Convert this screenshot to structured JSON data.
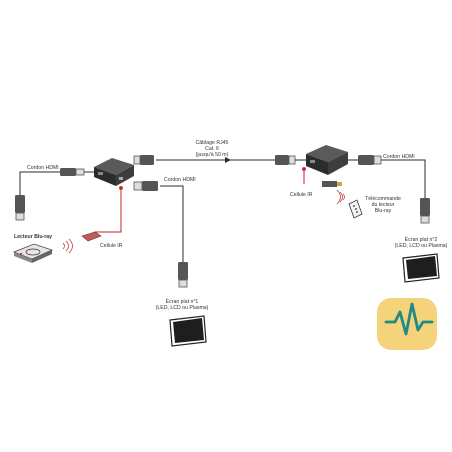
{
  "labels": {
    "cordon_hdmi_left": "Cordon HDMI",
    "cordon_hdmi_mid": "Cordon HDMI",
    "cordon_hdmi_right": "Cordon HDMI",
    "cablage_line1": "Câblage RJ45",
    "cablage_line2": "Cat. 6",
    "cablage_line3": "(jusqu'à 50 m)",
    "lecteur_blu_ray": "Lecteur Blu-ray",
    "cellule_ir_left": "Cellule IR",
    "cellule_ir_right": "Cellule IR",
    "telecommande_line1": "Télécommande",
    "telecommande_line2": "du lecteur",
    "telecommande_line3": "Blu-ray",
    "ecran1_line1": "Écran plat n°1",
    "ecran1_line2": "(LED, LCD ou Plasma)",
    "ecran2_line1": "Écran plat n°2",
    "ecran2_line2": "(LED, LCD ou Plasma)"
  },
  "colors": {
    "cable": "#2b2b2b",
    "ir_cable": "#c0272d",
    "device": "#3a3a3a",
    "logo_bg": "#f5d37a",
    "logo_wave": "#1e8a8a"
  },
  "icons": {
    "transmitter": "hdmi-extender-transmitter",
    "receiver": "hdmi-extender-receiver",
    "player": "blu-ray-player-icon",
    "remote": "remote-control-icon",
    "screen": "flat-screen-icon",
    "logo": "signal-wave-logo"
  }
}
